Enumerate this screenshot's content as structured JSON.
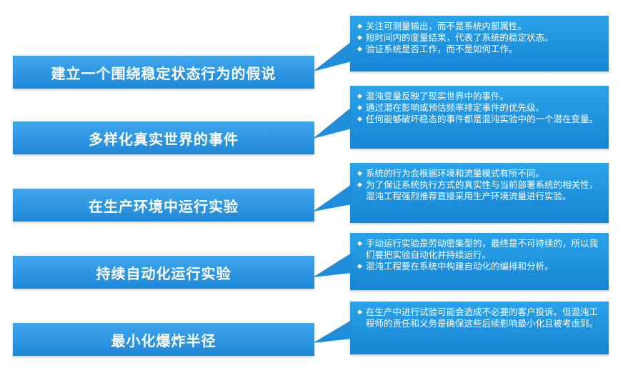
{
  "colors": {
    "box_fill": "#2196e0",
    "text": "#ffffff",
    "background": "#ffffff"
  },
  "bullet_icon": "diamond-bullet",
  "rows": [
    {
      "principle": "建立一个围绕稳定状态行为的假说",
      "details": [
        "关注可测量输出，而不是系统内部属性。",
        "短时间内的度量结果，代表了系统的稳定状态。",
        "验证系统是否工作，而不是如何工作。"
      ]
    },
    {
      "principle": "多样化真实世界的事件",
      "details": [
        "混沌变量反映了现实世界中的事件。",
        "通过潜在影响或预估频率排定事件的优先级。",
        "任何能够破坏稳态的事件都是混沌实验中的一个潜在变量。"
      ]
    },
    {
      "principle": "在生产环境中运行实验",
      "details": [
        "系统的行为会根据环境和流量模式有所不同。",
        "为了保证系统执行方式的真实性与当前部署系统的相关性，混沌工程强烈推荐直接采用生产环境流量进行实验。"
      ]
    },
    {
      "principle": "持续自动化运行实验",
      "details": [
        "手动运行实验是劳动密集型的，最终是不可持续的，所以我们要把实验自动化并持续运行。",
        "混沌工程要在系统中构建自动化的编排和分析。"
      ]
    },
    {
      "principle": "最小化爆炸半径",
      "details": [
        "在生产中进行试验可能会造成不必要的客户投诉。但混沌工程师的责任和义务是确保这些后续影响最小化且被考虑到。"
      ]
    }
  ]
}
